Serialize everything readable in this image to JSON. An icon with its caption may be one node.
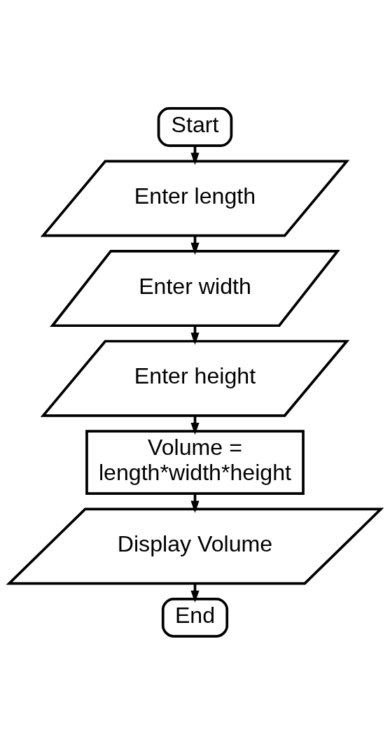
{
  "diagram": {
    "nodes": [
      {
        "text": [
          "Start"
        ]
      },
      {
        "text": [
          "Enter length"
        ]
      },
      {
        "text": [
          "Enter width"
        ]
      },
      {
        "text": [
          "Enter height"
        ]
      },
      {
        "text": [
          "Volume = length*width*height"
        ]
      },
      {
        "text": [
          "Display Volume"
        ]
      },
      {
        "text": [
          "End"
        ]
      }
    ],
    "edges": [
      {
        "from": 0,
        "to": 1,
        "arrow": "to"
      },
      {
        "from": 1,
        "to": 2,
        "arrow": "to"
      },
      {
        "from": 2,
        "to": 3,
        "arrow": "to"
      },
      {
        "from": 3,
        "to": 4,
        "arrow": "to"
      },
      {
        "from": 4,
        "to": 5,
        "arrow": "to"
      },
      {
        "from": 5,
        "to": 6,
        "arrow": "to"
      }
    ]
  }
}
